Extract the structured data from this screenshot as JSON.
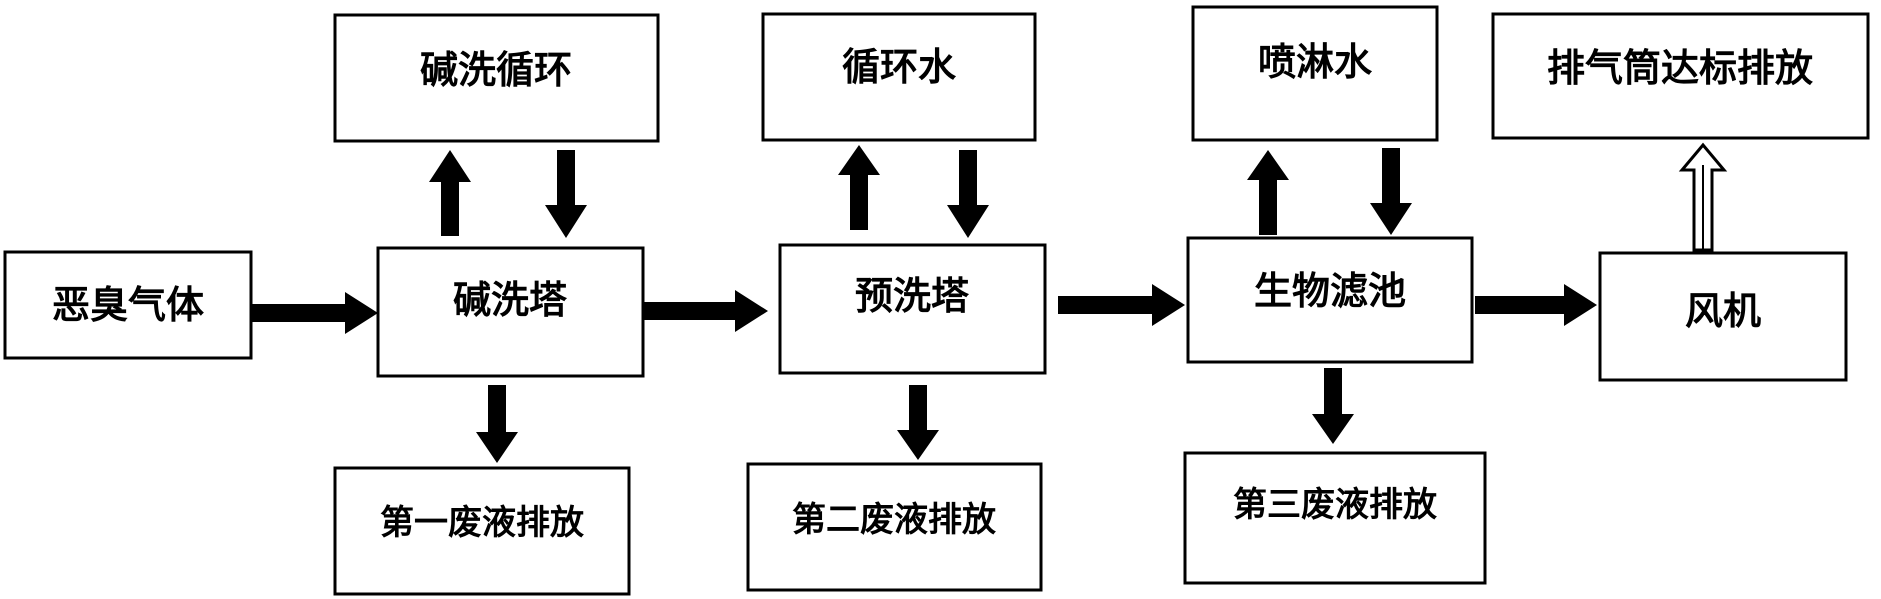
{
  "diagram": {
    "nodes": {
      "malodorous_gas": "恶臭气体",
      "alkali_tower": "碱洗塔",
      "alkali_cycle": "碱洗循环",
      "first_waste": "第一废液排放",
      "prewash_tower": "预洗塔",
      "circulating_water": "循环水",
      "second_waste": "第二废液排放",
      "biofilter": "生物滤池",
      "spray_water": "喷淋水",
      "third_waste": "第三废液排放",
      "fan": "风机",
      "stack_discharge": "排气筒达标排放"
    },
    "colors": {
      "line": "#000000",
      "background": "#ffffff"
    }
  }
}
